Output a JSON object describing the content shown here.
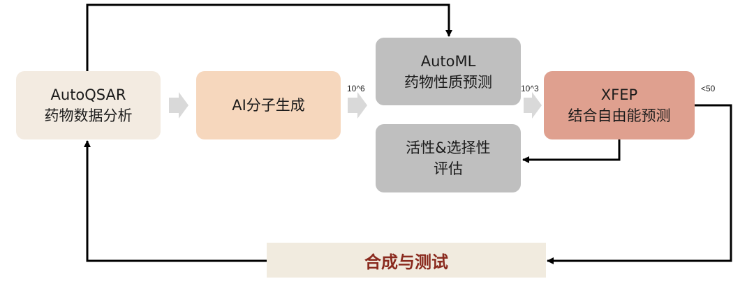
{
  "nodes": {
    "autoqsar": {
      "line1": "AutoQSAR",
      "line2": "药物数据分析"
    },
    "ai_gen": {
      "line1": "AI分子生成"
    },
    "automl": {
      "line1": "AutoML",
      "line2": "药物性质预测"
    },
    "xfep": {
      "line1": "XFEP",
      "line2": "结合自由能预测"
    },
    "activity": {
      "line1": "活性&选择性",
      "line2": "评估"
    },
    "synthesis": {
      "label": "合成与测试"
    }
  },
  "edge_labels": {
    "after_ai": "10^6",
    "after_automl": "10^3",
    "after_xfep": "<50"
  },
  "colors": {
    "autoqsar": "#f3ebe1",
    "ai_gen": "#f6d7bd",
    "automl": "#bfbfbf",
    "xfep": "#dfa08f",
    "activity": "#bfbfbf",
    "synthesis_bg": "#f1ebdf",
    "synthesis_text": "#8a2a1e",
    "connector": "#000000",
    "chevron": "#d9d9d9"
  }
}
